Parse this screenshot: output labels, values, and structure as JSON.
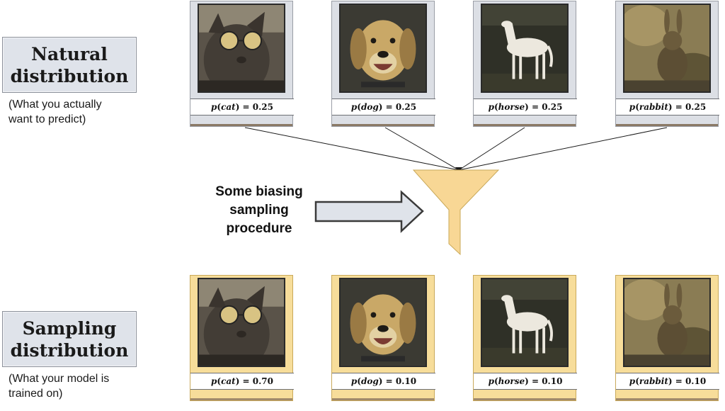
{
  "natural": {
    "title_line1": "Natural",
    "title_line2": "distribution",
    "note_line1": "(What you actually",
    "note_line2": "want to predict)",
    "cards": [
      {
        "animal": "cat",
        "prob": "0.25"
      },
      {
        "animal": "dog",
        "prob": "0.25"
      },
      {
        "animal": "horse",
        "prob": "0.25"
      },
      {
        "animal": "rabbit",
        "prob": "0.25"
      }
    ]
  },
  "process": {
    "line1": "Some biasing",
    "line2": "sampling",
    "line3": "procedure"
  },
  "sampling": {
    "title_line1": "Sampling",
    "title_line2": "distribution",
    "note_line1": "(What your model is",
    "note_line2": "trained on)",
    "cards": [
      {
        "animal": "cat",
        "prob": "0.70"
      },
      {
        "animal": "dog",
        "prob": "0.10"
      },
      {
        "animal": "horse",
        "prob": "0.10"
      },
      {
        "animal": "rabbit",
        "prob": "0.10"
      }
    ]
  },
  "symbols": {
    "p": "p",
    "open": "(",
    "close": ") = "
  },
  "colors": {
    "label_box": "#dfe3ea",
    "natural_card": "#dcdfe5",
    "sampling_card": "#f7dd9a",
    "funnel": "#f8d795",
    "arrow_fill": "#dfe3ea"
  }
}
